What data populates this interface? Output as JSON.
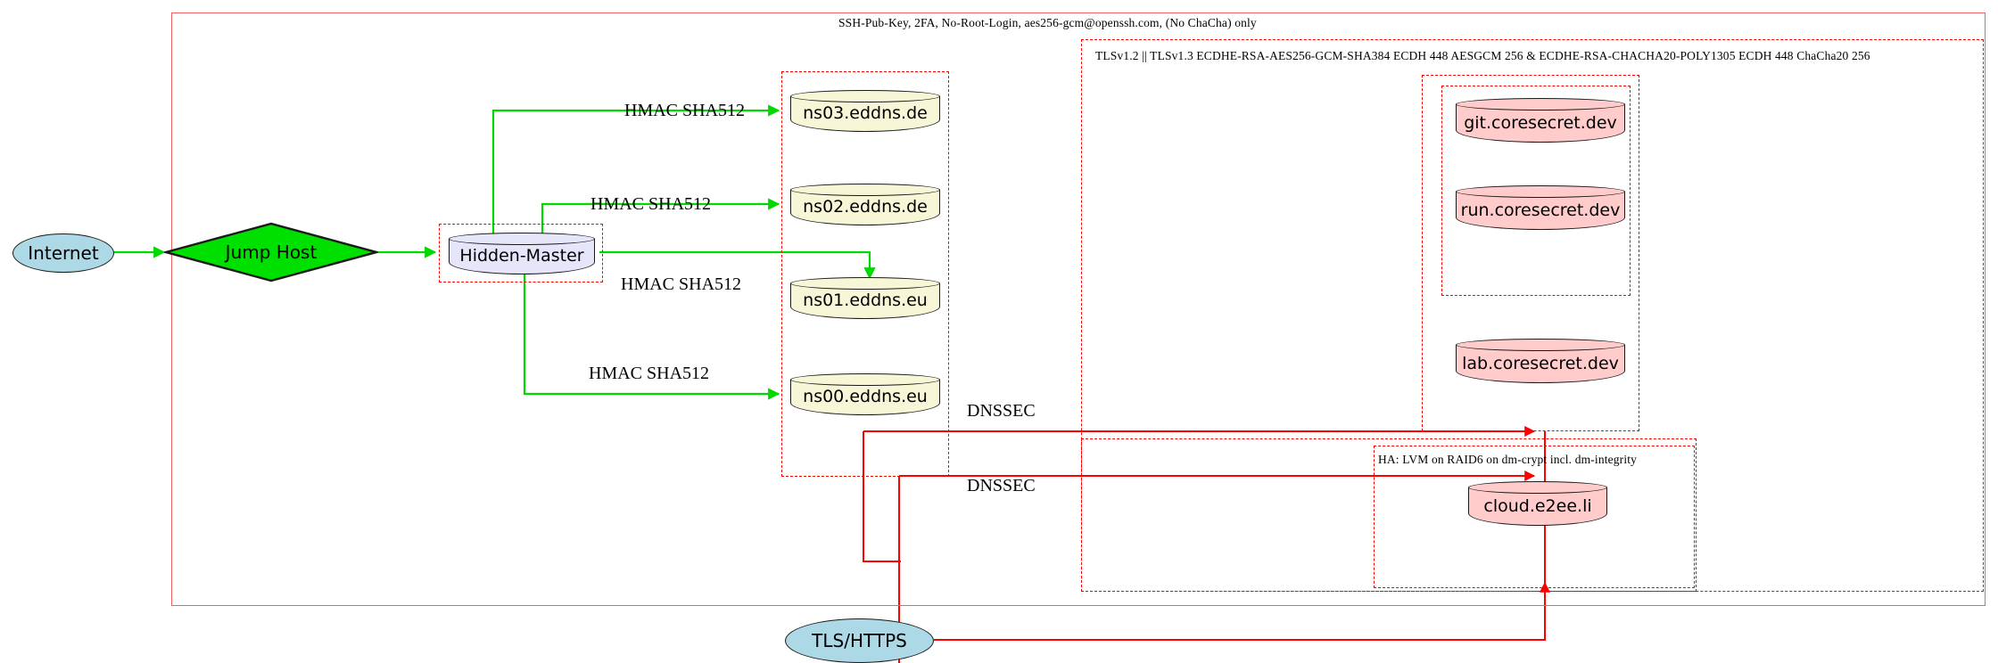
{
  "diagram": {
    "title_label": "SSH-Pub-Key, 2FA, No-Root-Login, aes256-gcm@openssh.com, (No ChaCha) only",
    "colors": {
      "edge_green": "#00d800",
      "edge_red": "#ff0000",
      "boundary_red": "#f4605f",
      "cluster_dashed_red": "#ff0000",
      "internet_fill": "#add8e6",
      "jump_host_fill": "#00e000",
      "hidden_master_fill": "#e6e6fa",
      "dns_fill": "#f5f5dc",
      "service_fill": "#ffcccb",
      "tls_fill": "#add8e6",
      "node_stroke": "#1a1a1a"
    }
  },
  "clusters": {
    "outer_security": {
      "label": "SSH-Pub-Key, 2FA, No-Root-Login, aes256-gcm@openssh.com, (No ChaCha) only"
    },
    "tls_cluster": {
      "label": "TLSv1.2 || TLSv1.3 ECDHE-RSA-AES256-GCM-SHA384 ECDH 448 AESGCM 256 & ECDHE-RSA-CHACHA20-POLY1305 ECDH 448 ChaCha20 256"
    },
    "ha_cluster": {
      "label": "HA: LVM on RAID6 on dm-crypt incl. dm-integrity"
    },
    "hidden_master_box": {
      "label": ""
    },
    "dns_box": {
      "label": ""
    },
    "coresecret_box": {
      "label": ""
    },
    "coresecret_inner_box": {
      "label": ""
    },
    "cloud_box": {
      "label": ""
    }
  },
  "nodes": {
    "internet": {
      "label": "Internet",
      "shape": "ellipse"
    },
    "jump_host": {
      "label": "Jump Host",
      "shape": "diamond"
    },
    "hidden_master": {
      "label": "Hidden-Master",
      "shape": "cylinder"
    },
    "ns03": {
      "label": "ns03.eddns.de",
      "shape": "cylinder"
    },
    "ns02": {
      "label": "ns02.eddns.de",
      "shape": "cylinder"
    },
    "ns01": {
      "label": "ns01.eddns.eu",
      "shape": "cylinder"
    },
    "ns00": {
      "label": "ns00.eddns.eu",
      "shape": "cylinder"
    },
    "git": {
      "label": "git.coresecret.dev",
      "shape": "cylinder"
    },
    "run": {
      "label": "run.coresecret.dev",
      "shape": "cylinder"
    },
    "lab": {
      "label": "lab.coresecret.dev",
      "shape": "cylinder"
    },
    "cloud": {
      "label": "cloud.e2ee.li",
      "shape": "cylinder"
    },
    "tls_https": {
      "label": "TLS/HTTPS",
      "shape": "ellipse"
    }
  },
  "edges": {
    "hmac_ns03": {
      "label": "HMAC SHA512"
    },
    "hmac_ns02": {
      "label": "HMAC SHA512"
    },
    "hmac_ns01": {
      "label": "HMAC SHA512"
    },
    "hmac_ns00": {
      "label": "HMAC SHA512"
    },
    "dnssec_upper": {
      "label": "DNSSEC"
    },
    "dnssec_lower": {
      "label": "DNSSEC"
    }
  }
}
